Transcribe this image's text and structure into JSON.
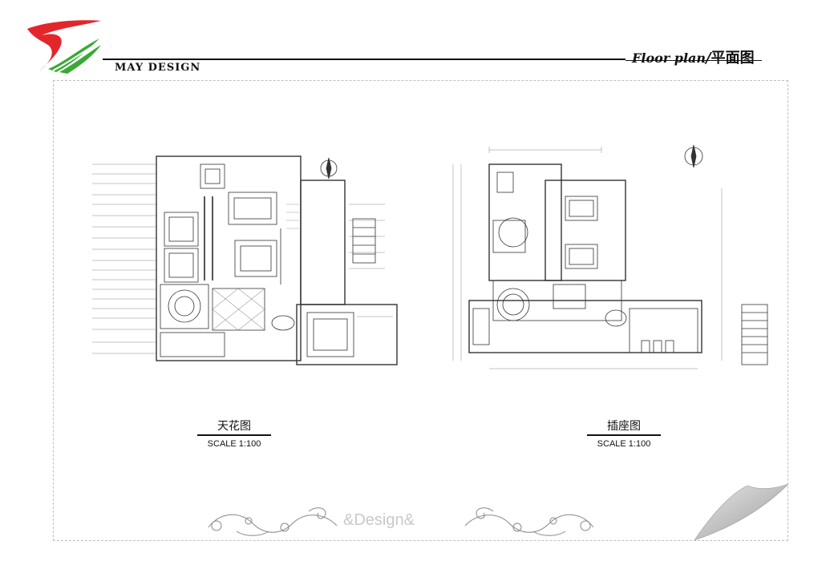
{
  "header": {
    "brand": "MAY   DESIGN",
    "title_en": "Floor plan",
    "title_sep": "/",
    "title_cn": "平面图"
  },
  "drawings": [
    {
      "name": "ceiling-plan",
      "title": "天花图",
      "scale": "SCALE 1:100"
    },
    {
      "name": "socket-plan",
      "title": "插座图",
      "scale": "SCALE 1:100"
    }
  ],
  "footer": {
    "mark": "&Design&"
  },
  "colors": {
    "logo_red": "#e3262b",
    "logo_green": "#3aa935",
    "line": "#333333",
    "frame": "#bfbfbf"
  }
}
